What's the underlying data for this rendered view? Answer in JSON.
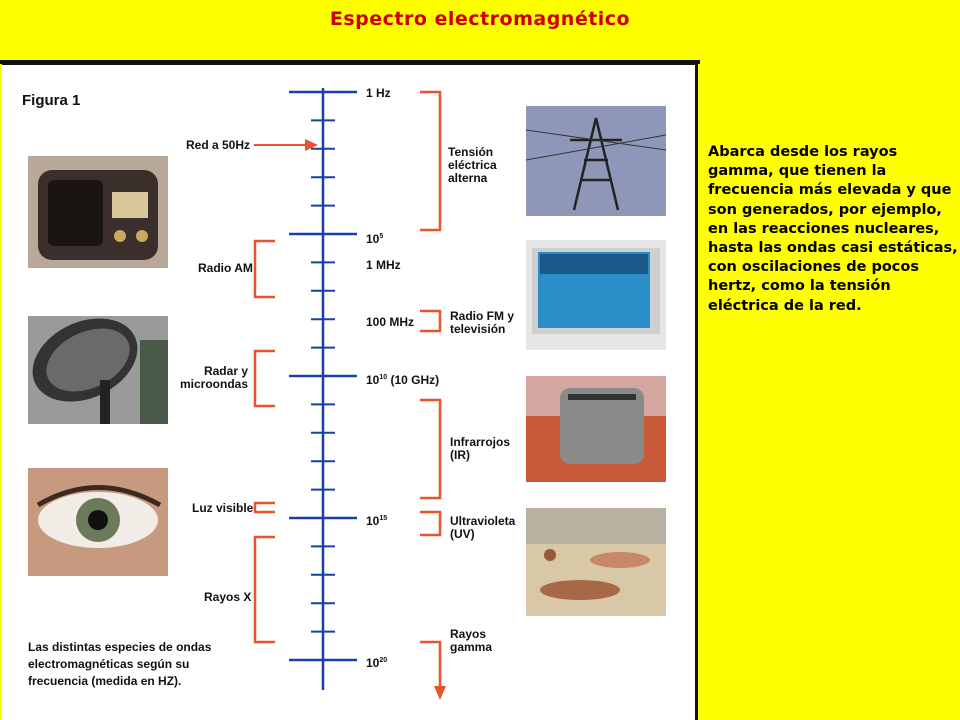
{
  "title": "Espectro electromagnético",
  "description": "Abarca desde los rayos gamma, que tienen la frecuencia más elevada y que son generados, por ejemplo, en las reacciones nucleares, hasta las ondas casi estáticas, con oscilaciones de pocos hertz, como la tensión eléctrica de la red.",
  "figure": {
    "label": "Figura 1",
    "caption": "Las distintas especies de ondas electromagnéticas según su frecuencia (medida en HZ).",
    "axis_labels": {
      "f1": "1 Hz",
      "f10_5_base": "10",
      "f10_5_exp": "5",
      "f1mhz": "1 MHz",
      "f100mhz": "100 MHz",
      "f10_10_base": "10",
      "f10_10_exp": "10",
      "f10_10_suffix": " (10 GHz)",
      "f10_15_base": "10",
      "f10_15_exp": "15",
      "f10_20_base": "10",
      "f10_20_exp": "20"
    },
    "left_labels": {
      "red": "Red a 50Hz",
      "radio_am": "Radio AM",
      "radar_1": "Radar y",
      "radar_2": "microondas",
      "luz": "Luz visible",
      "rayos_x": "Rayos X"
    },
    "right_labels": {
      "tension_1": "Tensión",
      "tension_2": "eléctrica",
      "tension_3": "alterna",
      "fm_1": "Radio FM y",
      "fm_2": "televisión",
      "ir_1": "Infrarrojos",
      "ir_2": "(IR)",
      "uv_1": "Ultravioleta",
      "uv_2": "(UV)",
      "gamma_1": "Rayos",
      "gamma_2": "gamma"
    }
  },
  "colors": {
    "background": "#ffff00",
    "title": "#cc0000",
    "axis": "#1a3fa8",
    "bracket": "#e8552d"
  },
  "photos": [
    "radio-photo",
    "radar-dish-photo",
    "eye-photo",
    "power-tower-photo",
    "tv-photo",
    "toaster-photo",
    "beach-photo"
  ]
}
